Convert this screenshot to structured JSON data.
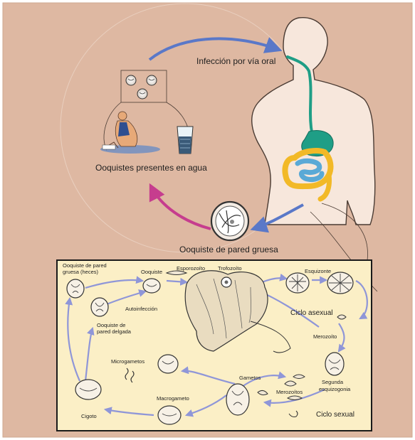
{
  "colors": {
    "background": "#deb8a2",
    "inset_fill": "#fbefc6",
    "body_silhouette": "#f7e7dc",
    "cycle_arrow": "#8f96d8",
    "infection_arrow": "#5a78c8",
    "pink_arrow": "#c63d8e",
    "esophagus": "#1f9e86",
    "colon": "#f2b927",
    "small_intestine": "#5aa9d6"
  },
  "top": {
    "infection_label": "Infección por vía oral",
    "water_label": "Ooquistes presentes en agua",
    "oocyst_label": "Ooquiste de pared gruesa"
  },
  "inset": {
    "oocyst_thick_label": "Ooquiste de pared gruesa (heces)",
    "oocyst_label": "Ooquiste",
    "sporozoite_label": "Esporozoíto",
    "trophozoite_label": "Trofozoíto",
    "schizont_label": "Esquizonte",
    "asexual_cycle_label": "Ciclo asexual",
    "merozoite_label": "Merozoíto",
    "second_schizogony_label": "Segunda esquizogonia",
    "merozoites_label": "Merozoítos",
    "sexual_cycle_label": "Ciclo sexual",
    "gametes_label": "Gametos",
    "macrogamete_label": "Macrogameto",
    "microgametes_label": "Microgametos",
    "zygote_label": "Cigoto",
    "autoinfection_label": "Autoinfección",
    "oocyst_thin_label": "Ooquiste de pared delgada"
  },
  "icons": [
    "oocyst-icon",
    "human-body-icon",
    "water-glass-icon",
    "person-washing-icon",
    "intestinal-villus-icon"
  ]
}
